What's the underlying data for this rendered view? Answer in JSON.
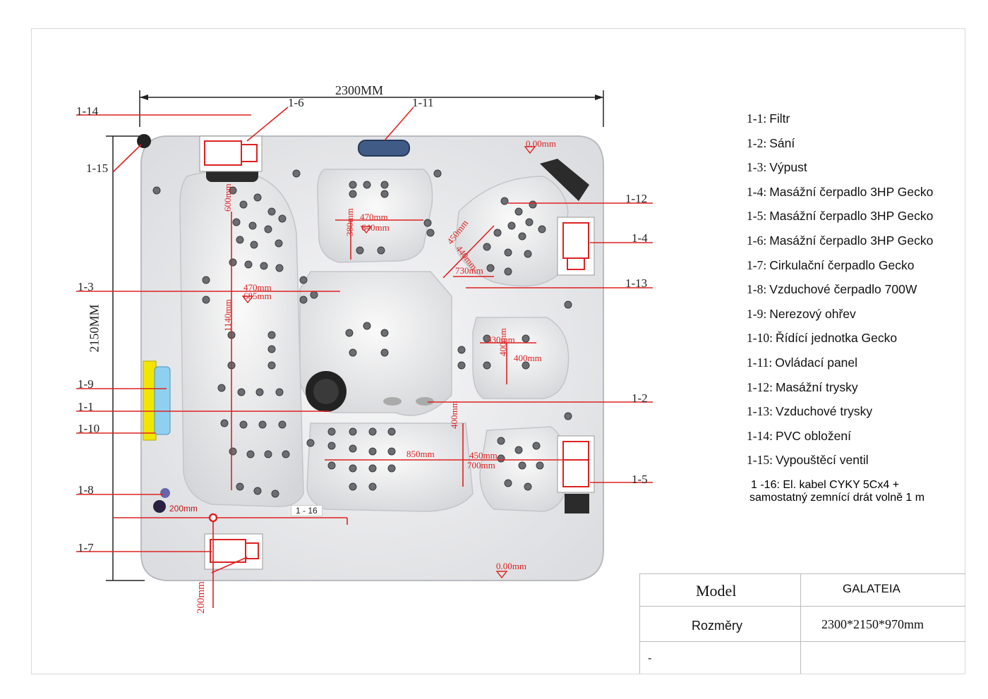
{
  "dimensions": {
    "width": "2300MM",
    "depth": "2150MM"
  },
  "callout_labels": [
    "1-14",
    "1-6",
    "1-11",
    "1-15",
    "1-12",
    "1-4",
    "1-13",
    "1-3",
    "1-9",
    "1-1",
    "1-10",
    "1-2",
    "1-8",
    "1-7",
    "1-5",
    "1 - 16"
  ],
  "measurements": [
    "0.00mm",
    "600mm",
    "470mm",
    "640mm",
    "380mm",
    "450mm",
    "440mm",
    "730mm",
    "470mm",
    "685mm",
    "1140mm",
    "330mm",
    "400mm",
    "400mm",
    "400mm",
    "850mm",
    "450mm",
    "700mm",
    "200mm",
    "200mm",
    "0.00mm"
  ],
  "legend": [
    {
      "code": "1-1:",
      "desc": "Filtr"
    },
    {
      "code": "1-2:",
      "desc": "Sání"
    },
    {
      "code": "1-3:",
      "desc": "Výpust"
    },
    {
      "code": "1-4:",
      "desc": "Masážní čerpadlo 3HP Gecko"
    },
    {
      "code": "1-5:",
      "desc": "Masážní čerpadlo 3HP Gecko"
    },
    {
      "code": "1-6:",
      "desc": "Masážní čerpadlo 3HP Gecko"
    },
    {
      "code": "1-7:",
      "desc": "Cirkulační čerpadlo Gecko"
    },
    {
      "code": "1-8:",
      "desc": "Vzduchové čerpadlo 700W"
    },
    {
      "code": "1-9:",
      "desc": "Nerezový ohřev"
    },
    {
      "code": "1-10:",
      "desc": "Řídící jednotka Gecko"
    },
    {
      "code": "1-11:",
      "desc": "Ovládací panel"
    },
    {
      "code": "1-12:",
      "desc": "Masážní trysky"
    },
    {
      "code": "1-13:",
      "desc": "Vzduchové trysky"
    },
    {
      "code": "1-14:",
      "desc": "PVC obložení"
    },
    {
      "code": "1-15:",
      "desc": "Vypouštěcí ventil"
    }
  ],
  "legend_16": {
    "line1": "1 -16: El. kabel CYKY 5Cx4 +",
    "line2": "samostatný zemnící drát volně 1 m"
  },
  "spec_table": {
    "model_label": "Model",
    "model_value": "GALATEIA",
    "size_label": "Rozměry",
    "size_value": "2300*2150*970mm",
    "extra_label": "-"
  },
  "colors": {
    "dimension_red": "#dd2222",
    "shell": "#eeeeef",
    "heater_yellow": "#f2e600",
    "heater_blue": "#8fd0f0"
  }
}
